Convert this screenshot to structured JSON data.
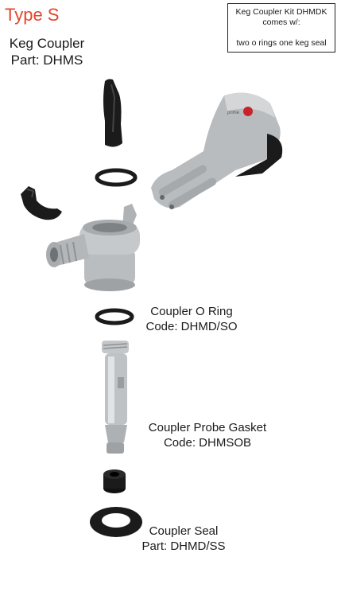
{
  "title": "Type S",
  "coupler": {
    "name": "Keg Coupler",
    "part": "Part: DHMS"
  },
  "kit_box": {
    "line1": "Keg Coupler Kit DHMDK",
    "line2": "comes w/:",
    "note": "two o rings one keg seal"
  },
  "labels": {
    "oring": {
      "name": "Coupler O Ring",
      "code": "Code: DHMD/SO"
    },
    "probe_gasket": {
      "name": "Coupler Probe Gasket",
      "code": "Code: DHMSOB"
    },
    "seal": {
      "name": "Coupler Seal",
      "part": "Part: DHMD/SS"
    }
  },
  "colors": {
    "title": "#e2462b",
    "steel": "#b9bcbf",
    "rubber": "#1b1b1b"
  }
}
